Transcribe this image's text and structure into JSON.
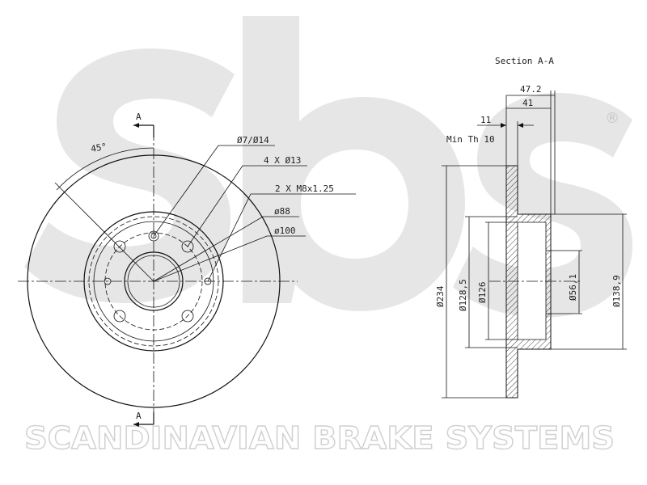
{
  "watermark": {
    "logo_text": "sbs",
    "brand_text": "SCANDINAVIAN BRAKE SYSTEMS",
    "registered_mark": "®"
  },
  "section": {
    "title": "Section A-A",
    "cut_label_top": "A",
    "cut_label_bottom": "A"
  },
  "front_view_dimensions": {
    "angle": "45°",
    "pin_hole": "Ø7/Ø14",
    "bolt_holes": "4 X Ø13",
    "threaded_holes": "2 X M8x1.25",
    "pcd_small": "ø88",
    "pcd_large": "ø100"
  },
  "side_view_dimensions": {
    "overall_height": "47.2",
    "disc_height": "41",
    "hat_offset": "11",
    "min_thickness": "Min Th 10",
    "outer_diameter": "Ø234",
    "bore_128": "Ø128,5",
    "bore_126": "Ø126",
    "hub_bore": "Ø56,1",
    "hat_diameter": "Ø138,9"
  }
}
